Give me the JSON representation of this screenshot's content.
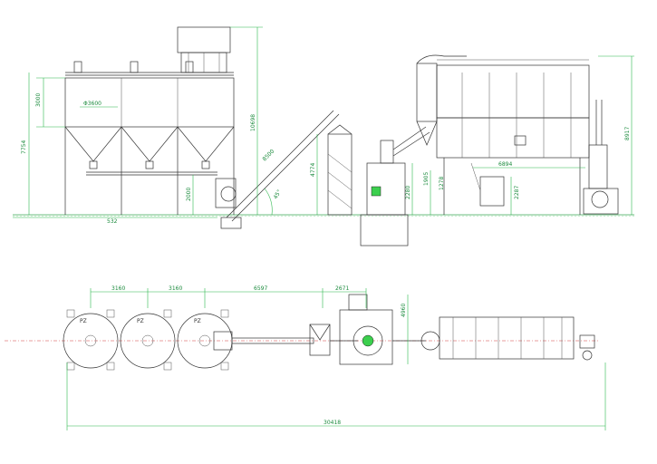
{
  "colors": {
    "line": "#333333",
    "dimension": "#2db84d",
    "centerline": "#d23b3b",
    "motor": "#3ccf4e"
  },
  "elevation": {
    "dims": {
      "silo_cyl_height": "3000",
      "silo_total_height": "7754",
      "silo_diameter": "Φ3600",
      "overall_height": "10698",
      "conveyor_length": "8500",
      "conveyor_angle": "45°",
      "support_height": "2000",
      "bucket_height": "4774",
      "mill_base_height": "2280",
      "mill_inlet": "1905",
      "fan_dim": "1278",
      "collector_width": "6894",
      "outlet_height": "2287",
      "collector_height": "8917",
      "base_length": "532"
    }
  },
  "plan": {
    "dims": {
      "silo_pitch_1": "3160",
      "silo_pitch_2": "3160",
      "conveyor_span": "6597",
      "mill_width": "2671",
      "mill_depth": "4960",
      "overall_length": "30418"
    },
    "silo_labels": [
      "PZ",
      "PZ",
      "PZ"
    ]
  }
}
